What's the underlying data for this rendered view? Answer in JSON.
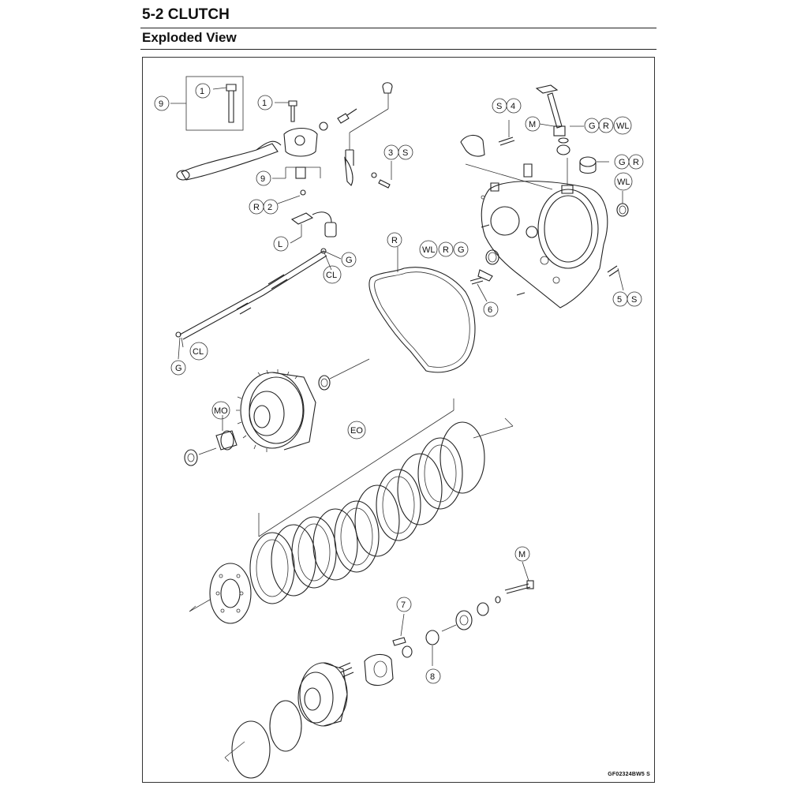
{
  "header": {
    "section_title": "5-2 CLUTCH",
    "subtitle": "Exploded View"
  },
  "figure_code": "GF02324BW5 S",
  "callouts": {
    "c9_top": [
      "9"
    ],
    "c1_inset": [
      "1"
    ],
    "c1_lever": [
      "1"
    ],
    "c9_lower": [
      "9"
    ],
    "cR2": [
      "R",
      "2"
    ],
    "c3S": [
      "3",
      "S"
    ],
    "cL": [
      "L"
    ],
    "cG_cable_top": [
      "G"
    ],
    "cCL_top": [
      "CL"
    ],
    "cCL_bottom": [
      "CL"
    ],
    "cG_cable_bottom": [
      "G"
    ],
    "cS4": [
      "S",
      "4"
    ],
    "cM_shaft": [
      "M"
    ],
    "cGRWL_top": [
      "G",
      "R",
      "WL"
    ],
    "cGR_cap": [
      "G",
      "R"
    ],
    "cWL_seal": [
      "WL"
    ],
    "cR_gasket": [
      "R"
    ],
    "cWLRG": [
      "WL",
      "R",
      "G"
    ],
    "c6": [
      "6"
    ],
    "c5S": [
      "5",
      "S"
    ],
    "cMO": [
      "MO"
    ],
    "cEO": [
      "EO"
    ],
    "cM_bolt": [
      "M"
    ],
    "c7": [
      "7"
    ],
    "c8": [
      "8"
    ]
  },
  "colors": {
    "line": "#222222",
    "background": "#ffffff"
  }
}
